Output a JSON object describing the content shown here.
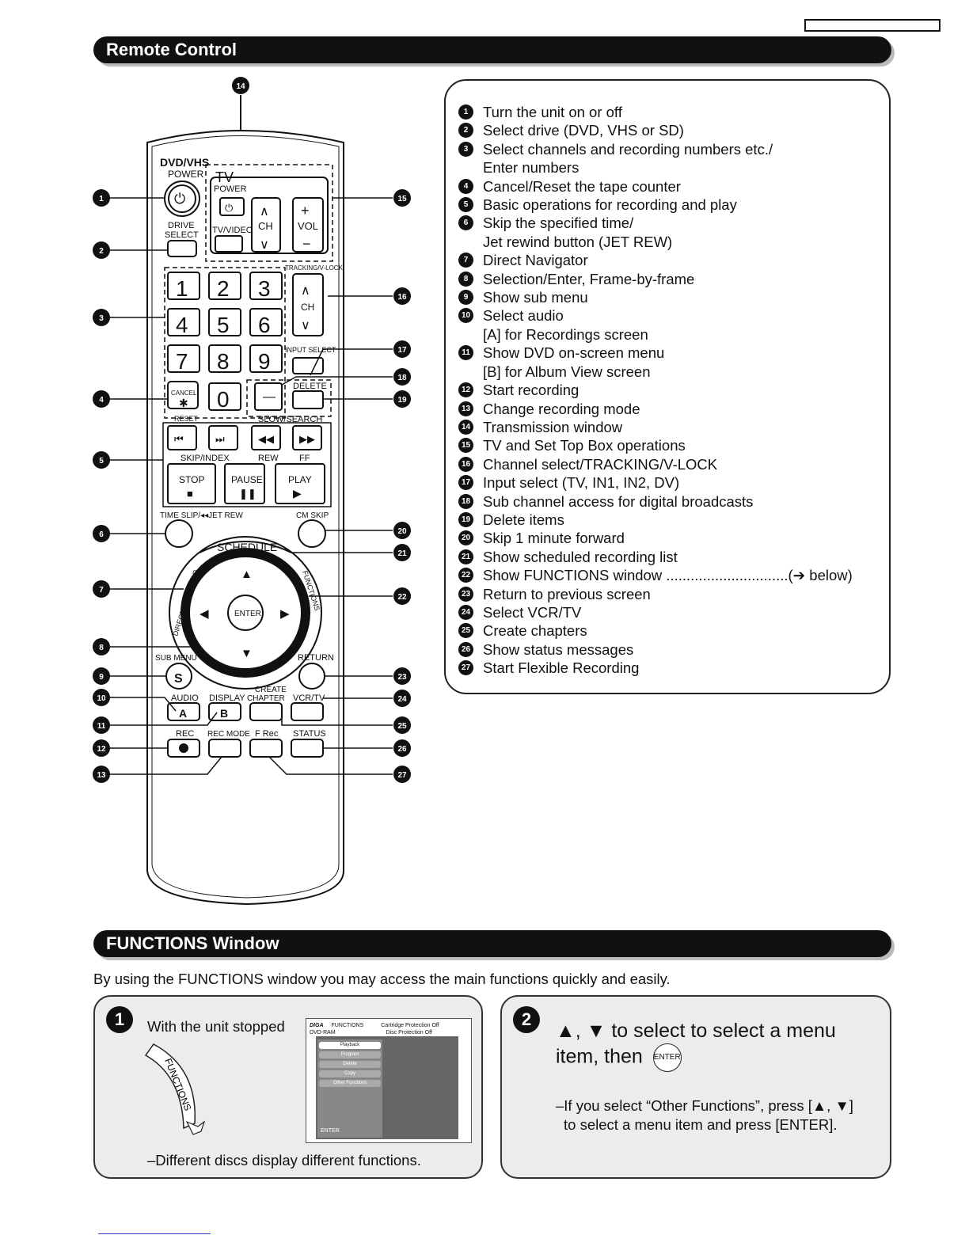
{
  "remote_section": {
    "title": "Remote Control"
  },
  "functions_section": {
    "title": "FUNCTIONS Window"
  },
  "remote": {
    "labels": {
      "dvdvhs": "DVD/VHS",
      "power": "POWER",
      "tv": "TV",
      "tv_power": "POWER",
      "drive_select_1": "DRIVE",
      "drive_select_2": "SELECT",
      "tvvideo": "TV/VIDEO",
      "ch": "CH",
      "vol": "VOL",
      "tracking": "TRACKING/V-LOCK",
      "input_select": "INPUT SELECT",
      "cancel": "CANCEL",
      "reset": "RESET",
      "delete": "DELETE",
      "slow_search": "SLOW/SEARCH",
      "skip_index": "SKIP/INDEX",
      "rew": "REW",
      "ff": "FF",
      "stop": "STOP",
      "pause": "PAUSE",
      "play": "PLAY",
      "time_slip": "TIME SLIP/◂◂JET REW",
      "cm_skip": "CM SKIP",
      "schedule": "SCHEDULE",
      "direct_navigator": "DIRECT NAVIGATOR",
      "functions": "FUNCTIONS",
      "enter": "ENTER",
      "sub_menu": "SUB MENU",
      "return": "RETURN",
      "create_chapter_1": "CREATE",
      "create_chapter_2": "CHAPTER",
      "audio": "AUDIO",
      "display": "DISPLAY",
      "vcrtv": "VCR/TV",
      "rec": "REC",
      "rec_mode": "REC MODE",
      "frec": "F Rec",
      "status": "STATUS",
      "s": "S",
      "a": "A",
      "b": "B"
    },
    "digits": [
      "1",
      "2",
      "3",
      "4",
      "5",
      "6",
      "7",
      "8",
      "9",
      "0"
    ],
    "callouts": [
      "1",
      "2",
      "3",
      "4",
      "5",
      "6",
      "7",
      "8",
      "9",
      "10",
      "11",
      "12",
      "13",
      "14",
      "15",
      "16",
      "17",
      "18",
      "19",
      "20",
      "21",
      "22",
      "23",
      "24",
      "25",
      "26",
      "27"
    ]
  },
  "legend": [
    {
      "n": "1",
      "lines": [
        "Turn the unit on or off"
      ]
    },
    {
      "n": "2",
      "lines": [
        "Select drive (DVD, VHS or SD)"
      ]
    },
    {
      "n": "3",
      "lines": [
        "Select channels and recording numbers etc./",
        "Enter numbers"
      ]
    },
    {
      "n": "4",
      "lines": [
        "Cancel/Reset the tape counter"
      ]
    },
    {
      "n": "5",
      "lines": [
        "Basic operations for recording and play"
      ]
    },
    {
      "n": "6",
      "lines": [
        "Skip the specified time/",
        "Jet rewind button (JET REW)"
      ]
    },
    {
      "n": "7",
      "lines": [
        "Direct Navigator"
      ]
    },
    {
      "n": "8",
      "lines": [
        "Selection/Enter, Frame-by-frame"
      ]
    },
    {
      "n": "9",
      "lines": [
        "Show sub menu"
      ]
    },
    {
      "n": "10",
      "lines": [
        "Select audio",
        "[A] for Recordings screen"
      ]
    },
    {
      "n": "11",
      "lines": [
        "Show DVD on-screen menu",
        "[B] for Album View screen"
      ]
    },
    {
      "n": "12",
      "lines": [
        "Start recording"
      ]
    },
    {
      "n": "13",
      "lines": [
        "Change recording mode"
      ]
    },
    {
      "n": "14",
      "lines": [
        "Transmission window"
      ]
    },
    {
      "n": "15",
      "lines": [
        "TV and Set Top Box operations"
      ]
    },
    {
      "n": "16",
      "lines": [
        "Channel select/TRACKING/V-LOCK"
      ]
    },
    {
      "n": "17",
      "lines": [
        "Input select (TV, IN1, IN2, DV)"
      ]
    },
    {
      "n": "18",
      "lines": [
        "Sub channel access for digital broadcasts"
      ]
    },
    {
      "n": "19",
      "lines": [
        "Delete items"
      ]
    },
    {
      "n": "20",
      "lines": [
        "Skip 1 minute forward"
      ]
    },
    {
      "n": "21",
      "lines": [
        "Show scheduled recording list"
      ]
    },
    {
      "n": "22",
      "lines": [
        "Show FUNCTIONS window ..............................(➔ below)"
      ]
    },
    {
      "n": "23",
      "lines": [
        "Return to previous screen"
      ]
    },
    {
      "n": "24",
      "lines": [
        "Select VCR/TV"
      ]
    },
    {
      "n": "25",
      "lines": [
        "Create chapters"
      ]
    },
    {
      "n": "26",
      "lines": [
        "Show status messages"
      ]
    },
    {
      "n": "27",
      "lines": [
        "Start Flexible Recording"
      ]
    }
  ],
  "functions": {
    "intro": "By using the FUNCTIONS window you may access the main functions quickly and easily.",
    "step1": {
      "num": "1",
      "text": "With the unit stopped",
      "button": "FUNCTIONS",
      "note": "–Different discs display different functions.",
      "screen": {
        "brand": "DIGA",
        "title": "FUNCTIONS",
        "drive": "DVD-RAM",
        "info1": "Cartridge Protection Off",
        "info2": "Disc Protection Off",
        "items": [
          "Playback",
          "Program",
          "Delete",
          "Copy",
          "Other Functions"
        ],
        "enter": "ENTER"
      }
    },
    "step2": {
      "num": "2",
      "text": "▲, ▼ to select to select a menu item, then",
      "enter": "ENTER",
      "note1": "–If you select “Other Functions”, press [▲, ▼]",
      "note2": "to select a menu item and press [ENTER]."
    }
  }
}
